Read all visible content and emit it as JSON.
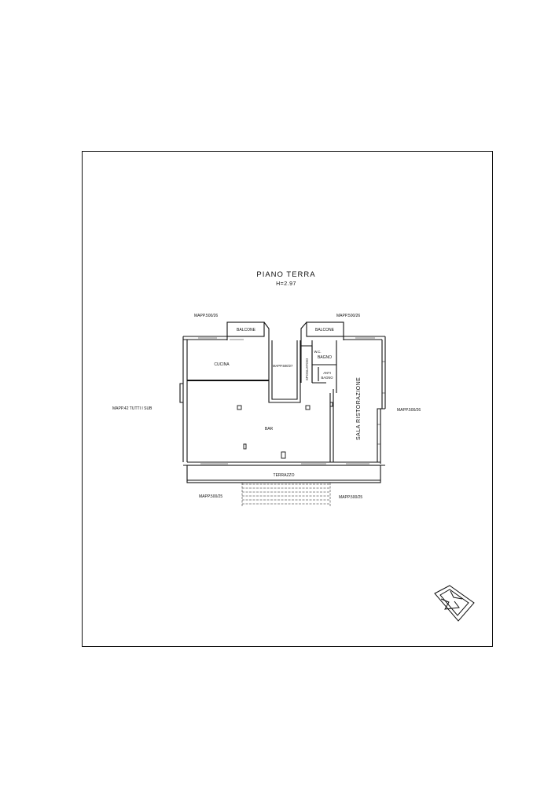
{
  "plan": {
    "title": "PIANO TERRA",
    "height_label": "H=2.97"
  },
  "rooms": {
    "balcone_left": "BALCONE",
    "balcone_right": "BALCONE",
    "cucina": "CUCINA",
    "bar": "BAR",
    "wc": "W.C.",
    "bagno": "BAGNO",
    "anti": "ANTI",
    "bagno_2": "BAGNO",
    "spogliatoio": "SPOGLIATOIO",
    "sala": "SALA RISTORAZIONE",
    "terrazzo": "TERRAZZO"
  },
  "parcels": {
    "top_left": "MAPP.500/26",
    "top_right": "MAPP.500/26",
    "left": "MAPP.42 TUTTI I SUB",
    "right": "MAPP.500/26",
    "center": "MAPP.500/27",
    "bottom_left": "MAPP.500/25",
    "bottom_right": "MAPP.500/25"
  },
  "colors": {
    "line": "#111111",
    "background": "#ffffff"
  }
}
